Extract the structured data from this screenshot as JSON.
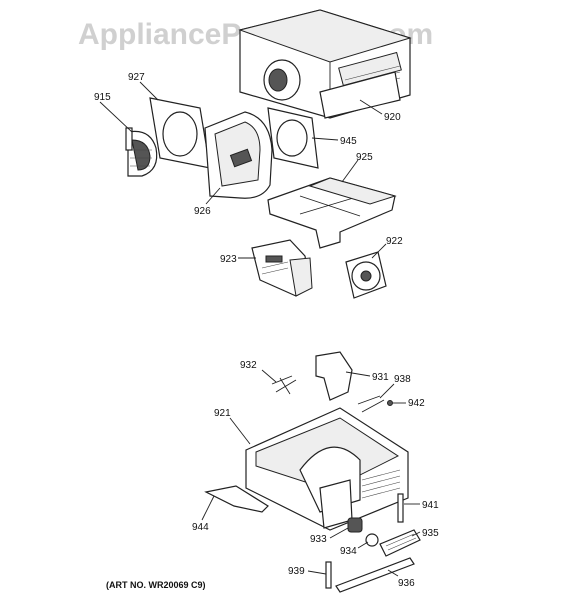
{
  "watermark": "AppliancePartsPros.com",
  "art_number": "(ART NO. WR20069 C9)",
  "labels": {
    "p915": "915",
    "p927": "927",
    "p926": "926",
    "p945": "945",
    "p920": "920",
    "p925": "925",
    "p923": "923",
    "p922": "922",
    "p932": "932",
    "p931": "931",
    "p938": "938",
    "p942": "942",
    "p921": "921",
    "p941": "941",
    "p944": "944",
    "p933": "933",
    "p934": "934",
    "p935": "935",
    "p939": "939",
    "p936": "936"
  }
}
